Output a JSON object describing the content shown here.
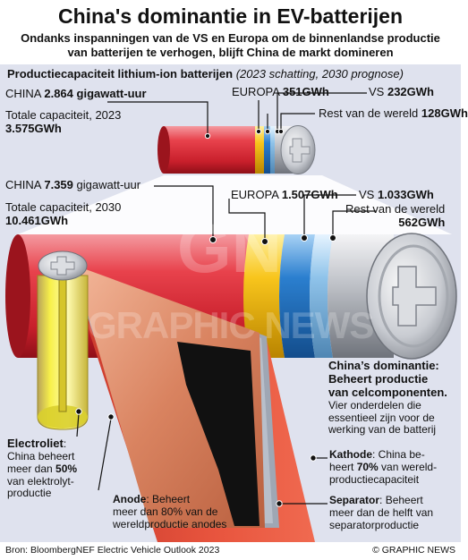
{
  "header": {
    "title": "China's dominantie in EV-batterijen",
    "subtitle_line1": "Ondanks inspanningen van de VS en Europa om de binnenlandse productie",
    "subtitle_line2": "van batterijen te verhogen, blijft China de markt domineren"
  },
  "section": {
    "title": "Productiecapaciteit lithium-ion batterijen",
    "note": "(2023 schatting, 2030 prognose)"
  },
  "y2023": {
    "china_label": "CHINA",
    "china_value": "2.864",
    "china_unit": "gigawatt-uur",
    "europa_label": "EUROPA",
    "europa_value": "351GWh",
    "vs_label": "VS",
    "vs_value": "232GWh",
    "rest_label": "Rest van de wereld",
    "rest_value": "128GWh",
    "total_label": "Totale capaciteit, 2023",
    "total_value": "3.575GWh"
  },
  "y2030": {
    "china_label": "CHINA",
    "china_value": "7.359",
    "china_unit": "gigawatt-uur",
    "europa_label": "EUROPA",
    "europa_value": "1.507GWh",
    "vs_label": "VS",
    "vs_value": "1.033GWh",
    "rest_label": "Rest van de wereld",
    "rest_value": "562GWh",
    "total_label": "Totale capaciteit, 2030",
    "total_value": "10.461GWh"
  },
  "components": {
    "dominance_line1": "China’s dominantie:",
    "dominance_line2": "Beheert productie",
    "dominance_line3": "van celcomponenten.",
    "dominance_body1": "Vier onderdelen die",
    "dominance_body2": "essentieel zijn voor de",
    "dominance_body3": "werking van de batterij",
    "kathode_name": "Kathode",
    "kathode_text1": ": China be-",
    "kathode_text2a": "heert ",
    "kathode_pct": "70%",
    "kathode_text2b": " van wereld-",
    "kathode_text3": "productiecapaciteit",
    "separator_name": "Separator",
    "separator_text1": ": Beheert",
    "separator_text2": "meer dan de helft van",
    "separator_text3": "separatorproductie",
    "anode_name": "Anode",
    "anode_text1": ": Beheert",
    "anode_text2": "meer dan 80% van de",
    "anode_text3": "wereldproductie anodes",
    "electrolyte_name": "Electroliet",
    "electrolyte_text1": ":",
    "electrolyte_text2": "China beheert",
    "electrolyte_text3a": "meer dan ",
    "electrolyte_pct": "50%",
    "electrolyte_text4": "van elektrolyt-",
    "electrolyte_text5": "productie"
  },
  "footer": {
    "source": "Bron: BloombergNEF Electric Vehicle Outlook 2023",
    "copyright": "© GRAPHIC NEWS"
  },
  "watermark": {
    "logo": "GN",
    "text": "GRAPHIC NEWS"
  },
  "colors": {
    "china": "#e03640",
    "europa": "#f6c21c",
    "vs": "#2b7fcf",
    "rest": "#8fc3ea",
    "background": "#dfe2ee",
    "cathode": "#e2563f",
    "anode": "#d98360",
    "electrolyte": "#f1ea2a"
  }
}
